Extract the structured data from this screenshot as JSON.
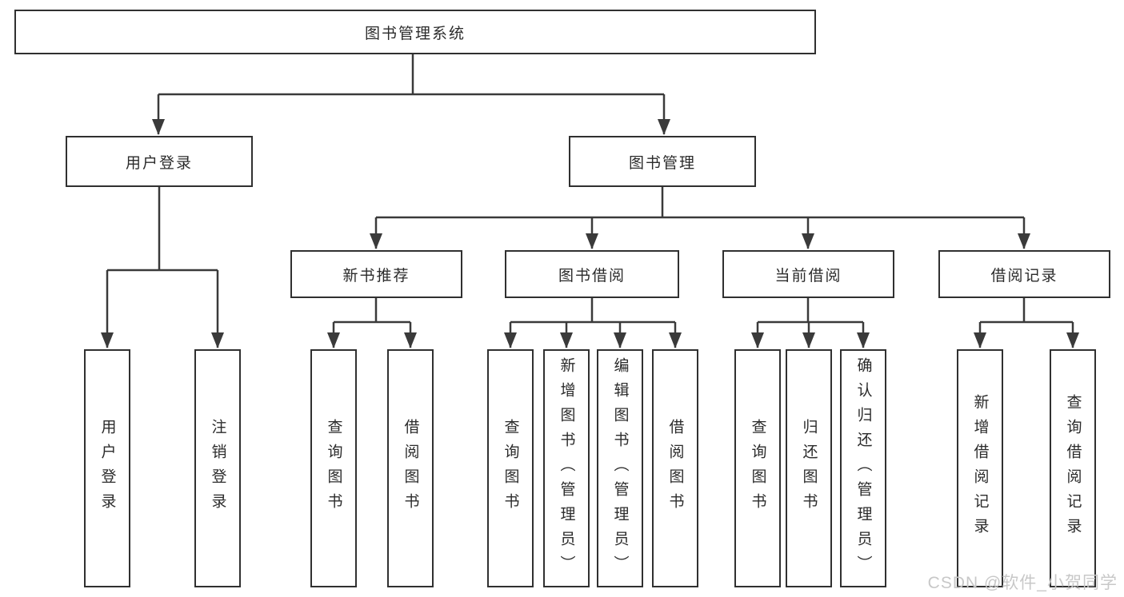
{
  "tree": {
    "root": {
      "label": "图书管理系统"
    },
    "branches": [
      {
        "label": "用户登录",
        "children": [
          {
            "label": "用户登录"
          },
          {
            "label": "注销登录"
          }
        ]
      },
      {
        "label": "图书管理",
        "children": [
          {
            "label": "新书推荐",
            "children": [
              {
                "label": "查询图书"
              },
              {
                "label": "借阅图书"
              }
            ]
          },
          {
            "label": "图书借阅",
            "children": [
              {
                "label": "查询图书"
              },
              {
                "label": "新增图书（管理员）"
              },
              {
                "label": "编辑图书（管理员）"
              },
              {
                "label": "借阅图书"
              }
            ]
          },
          {
            "label": "当前借阅",
            "children": [
              {
                "label": "查询图书"
              },
              {
                "label": "归还图书"
              },
              {
                "label": "确认归还（管理员）"
              }
            ]
          },
          {
            "label": "借阅记录",
            "children": [
              {
                "label": "新增借阅记录"
              },
              {
                "label": "查询借阅记录"
              }
            ]
          }
        ]
      }
    ]
  },
  "watermark": "CSDN @软件_小贺同学",
  "colors": {
    "line": "#3a3a3a",
    "box_border": "#303030",
    "text": "#2b2b2b",
    "watermark": "#c8c8c8",
    "background": "#ffffff"
  }
}
